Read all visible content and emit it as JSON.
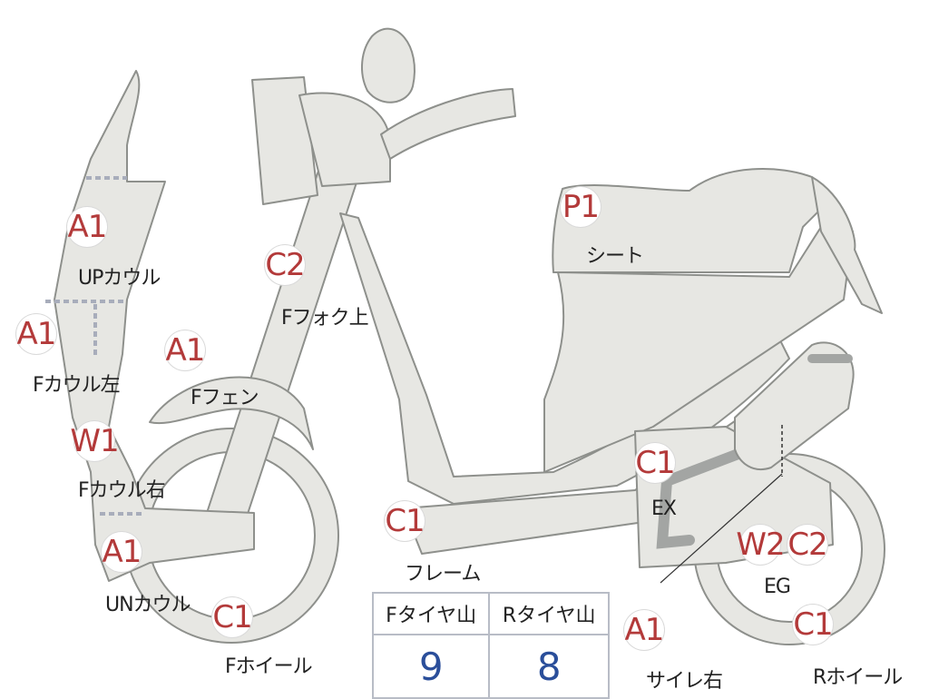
{
  "ratings": [
    {
      "id": "up-cowl",
      "grade": "A1",
      "label": "UPカウル"
    },
    {
      "id": "f-cowl-l",
      "grade": "A1",
      "label": "Fカウル左"
    },
    {
      "id": "f-cowl-r",
      "grade": "W1",
      "label": "Fカウル右"
    },
    {
      "id": "un-cowl",
      "grade": "A1",
      "label": "UNカウル"
    },
    {
      "id": "f-fender",
      "grade": "A1",
      "label": "Fフェン"
    },
    {
      "id": "f-fork",
      "grade": "C2",
      "label": "Fフォク上"
    },
    {
      "id": "f-wheel",
      "grade": "C1",
      "label": "Fホイール"
    },
    {
      "id": "frame",
      "grade": "C1",
      "label": "フレーム"
    },
    {
      "id": "seat",
      "grade": "P1",
      "label": "シート"
    },
    {
      "id": "ex",
      "grade": "C1",
      "label": "EX"
    },
    {
      "id": "eg-w",
      "grade": "W2",
      "label": "EG"
    },
    {
      "id": "eg-c",
      "grade": "C2",
      "label": ""
    },
    {
      "id": "r-wheel",
      "grade": "C1",
      "label": "Rホイール"
    },
    {
      "id": "muffler-r",
      "grade": "A1",
      "label": "サイレ右"
    }
  ],
  "tire_table": {
    "headers": [
      "Fタイヤ山",
      "Rタイヤ山"
    ],
    "values": [
      "9",
      "8"
    ]
  }
}
